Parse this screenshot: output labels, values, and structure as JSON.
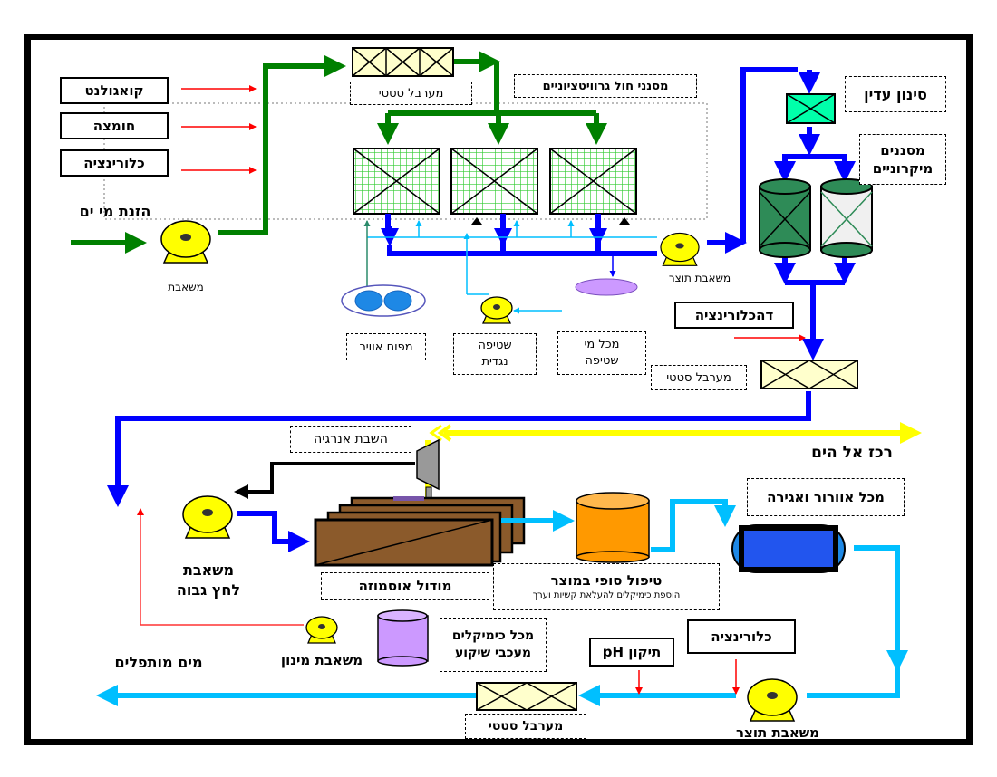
{
  "colors": {
    "feed_green": "#008000",
    "filtrate_blue": "#0000ff",
    "wash_cyan": "#00bfff",
    "brine_yellow": "#ffff00",
    "dosing_red": "#ff0000",
    "pump_yellow": "#ffff00",
    "grid_green": "#33cc33"
  },
  "labels": {
    "coagulant": "קואגולנט",
    "acid": "חומצה",
    "chlorination_top": "כלורינציה",
    "seawater_feed": "הזנת מי ים",
    "feed_pump": "משאבת",
    "static_mixer_1": "מערבל סטטי",
    "gravity_filters": "מסנני חול גרוויטציוניים",
    "polishing_filter": "סינון עדין",
    "micron_filters_1": "מסננים",
    "micron_filters_2": "מיקרוניים",
    "product_pump_top": "משאבת תוצר",
    "air_blower": "מפוח אוויר",
    "backwash_1": "שטיפה",
    "backwash_2": "נגדית",
    "wash_tank_1": "מכל מי",
    "wash_tank_2": "שטיפה",
    "dechlorination": "דהכלורינציה",
    "static_mixer_2": "מערבל סטטי",
    "energy_recovery": "השבת אנרגיה",
    "brine_to_sea": "רכז אל הים",
    "hp_pump_1": "משאבת",
    "hp_pump_2": "לחץ גבוה",
    "ro_module": "מודול אוסמוזה",
    "post_treatment": "טיפול סופי במוצר",
    "post_treatment_sub": "הוספת כימיקלים להעלאת קשיות וערך",
    "aeration_tank": "מכל אוורור ואגירה",
    "antiscalant_tank_1": "מכל כימיקלים",
    "antiscalant_tank_2": "מעכבי שיקוע",
    "dosing_pump": "משאבת מינון",
    "desalinated_water": "מים מותפלים",
    "ph_correction": "תיקון pH",
    "chlorination_bottom": "כלורינציה",
    "product_pump_bottom": "משאבת תוצר",
    "static_mixer_3": "מערבל סטטי"
  }
}
